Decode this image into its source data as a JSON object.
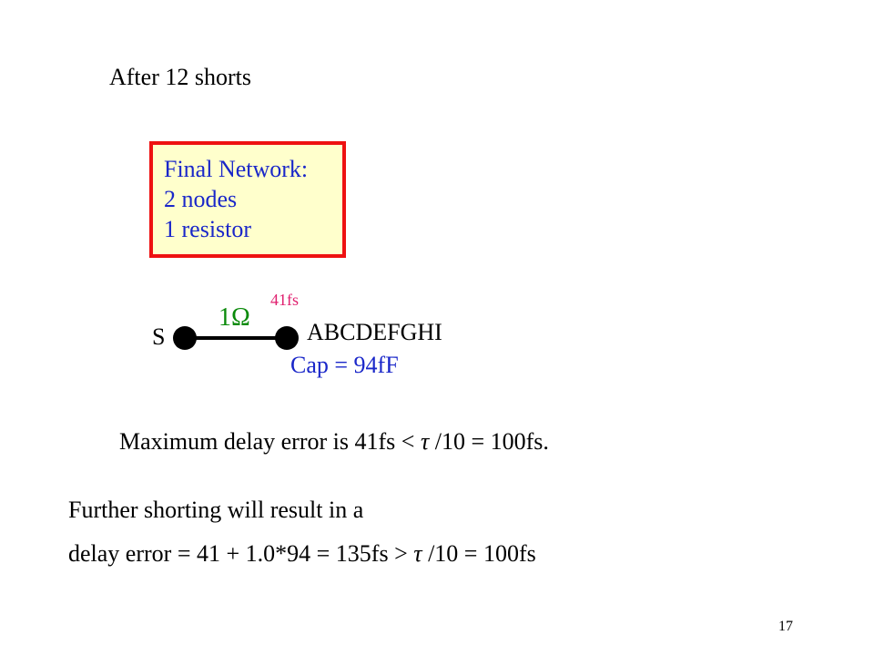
{
  "slide": {
    "title": "After 12 shorts",
    "page_number": "17"
  },
  "network_box": {
    "line1": "Final Network:",
    "line2": "2 nodes",
    "line3": "1 resistor"
  },
  "circuit": {
    "source_node": "S",
    "sink_node": "ABCDEFGHI",
    "resistor": "1Ω",
    "delay": "41fs",
    "capacitance": "Cap = 94fF"
  },
  "summary": {
    "prefix": "Maximum delay error is 41fs < ",
    "tau": "τ",
    "suffix": " /10 = 100fs."
  },
  "further": {
    "line1": "Further shorting will result in a",
    "line2_prefix": "delay error = 41 + 1.0*94 = 135fs > ",
    "tau": "τ",
    "line2_suffix": " /10 = 100fs"
  },
  "colors": {
    "box_border": "#ee1111",
    "box_fill": "#ffffcc",
    "blue_text": "#1a27c9",
    "resistor_green": "#0a8a0a",
    "delay_pink": "#e0206f"
  }
}
